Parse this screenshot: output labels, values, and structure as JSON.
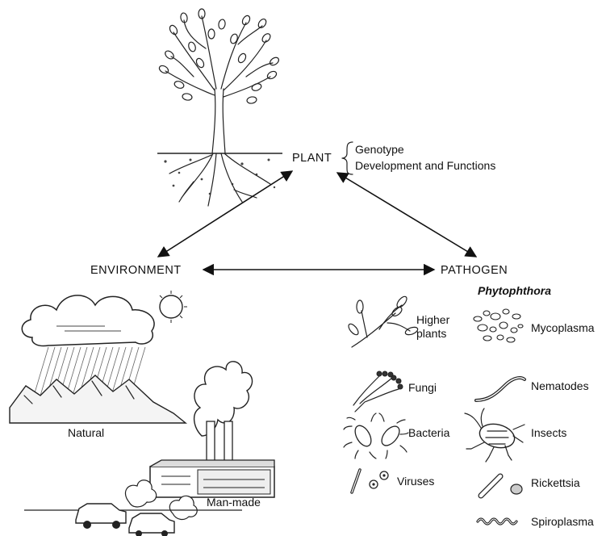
{
  "central": {
    "plant": "PLANT",
    "plant_attributes": [
      "Genotype",
      "Development and Functions"
    ],
    "environment": "ENVIRONMENT",
    "pathogen": "PATHOGEN"
  },
  "pathogen_group": {
    "highlight": "Phytophthora",
    "left_column": [
      {
        "label_line1": "Higher",
        "label_line2": "plants",
        "icon": "higher-plant-icon"
      },
      {
        "label": "Fungi",
        "icon": "fungi-icon"
      },
      {
        "label": "Bacteria",
        "icon": "bacteria-icon"
      },
      {
        "label": "Viruses",
        "icon": "virus-icon"
      }
    ],
    "right_column": [
      {
        "label": "Mycoplasma",
        "icon": "mycoplasma-icon"
      },
      {
        "label": "Nematodes",
        "icon": "nematode-icon"
      },
      {
        "label": "Insects",
        "icon": "insect-icon"
      },
      {
        "label": "Rickettsia",
        "icon": "rickettsia-icon"
      },
      {
        "label": "Spiroplasma",
        "icon": "spiroplasma-icon"
      }
    ]
  },
  "environment_group": {
    "natural": "Natural",
    "man_made": "Man-made"
  }
}
